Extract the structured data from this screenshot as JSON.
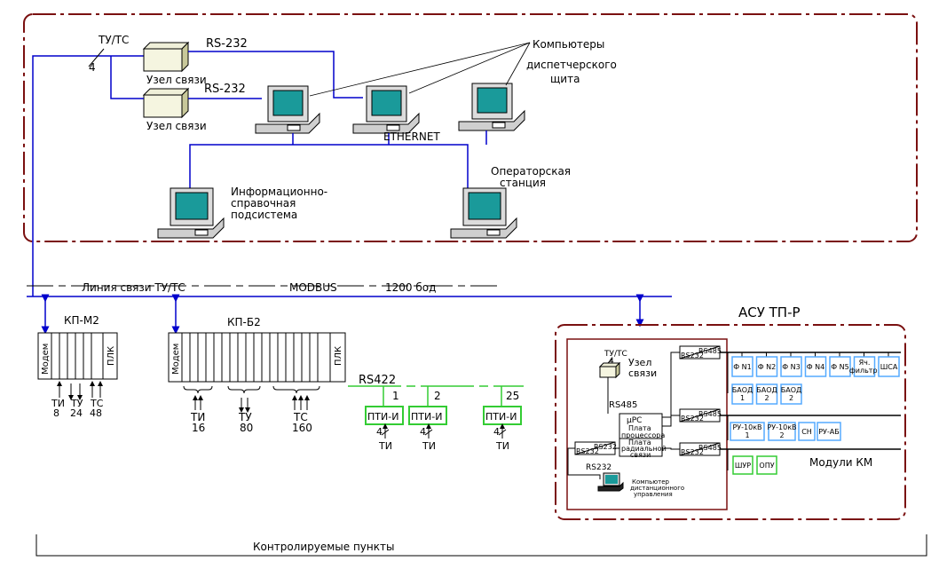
{
  "top": {
    "tu_ts": "ТУ/ТС",
    "count4": "4",
    "rs232_a": "RS-232",
    "rs232_b": "RS-232",
    "node_a": "Узел связи",
    "node_b": "Узел связи",
    "computers_l1": "Компьютеры",
    "computers_l2": "диспетчерского",
    "computers_l3": "щита",
    "ethernet": "ETHERNET",
    "info_l1": "Информационно-",
    "info_l2": "справочная",
    "info_l3": "подсистема",
    "op_l1": "Операторская",
    "op_l2": "станция"
  },
  "line": {
    "label1": "Линия связи ТУ/ТС",
    "label2": "MODBUS",
    "label3": "1200 бод"
  },
  "kpm2": {
    "title": "КП-М2",
    "modem": "Модем",
    "plk": "ПЛК",
    "ti": "ТИ",
    "tu": "ТУ",
    "ts": "ТС",
    "n_ti": "8",
    "n_tu": "24",
    "n_ts": "48"
  },
  "kpb2": {
    "title": "КП-Б2",
    "modem": "Модем",
    "plk": "ПЛК",
    "ti": "ТИ",
    "tu": "ТУ",
    "ts": "ТС",
    "n_ti": "16",
    "n_tu": "80",
    "n_ts": "160"
  },
  "rs422": {
    "label": "RS422",
    "n1": "1",
    "n2": "2",
    "n3": "25",
    "pti": "ПТИ-И",
    "four": "4",
    "ti": "ТИ"
  },
  "asu": {
    "title": "АСУ ТП-Р",
    "tu_ts": "ТУ/ТС",
    "four": "4",
    "node_l1": "Узел",
    "node_l2": "связи",
    "rs485": "RS485",
    "mu": "μPC",
    "board1_l1": "Плата",
    "board1_l2": "процессора",
    "board2_l1": "Плата",
    "board2_l2": "радиальной",
    "board2_l3": "связи",
    "rs232": "RS232",
    "pc_l1": "Компьютер",
    "pc_l2": "дистанционного",
    "pc_l3": "управления",
    "modules": "Модули КМ",
    "row1": [
      "Ф N1",
      "Ф N2",
      "Ф N3",
      "Ф N4",
      "Ф N5",
      "Яч. фильтр.",
      "ШСА"
    ],
    "row1b": [
      "БАОД 1",
      "БАОД 2",
      "БАОД 2"
    ],
    "row2": [
      "РУ-10кВ 1",
      "РУ-10кВ 2",
      "СН",
      "РУ-АБ"
    ],
    "row3": [
      "ШУР",
      "ОПУ"
    ]
  },
  "bottom": {
    "label": "Контролируемые пункты"
  },
  "colors": {
    "frame": "#7a1010",
    "blue_line": "#0000cc",
    "green": "#33cc33",
    "cyan": "#55aaff",
    "monitor": "#1a9a9a"
  }
}
